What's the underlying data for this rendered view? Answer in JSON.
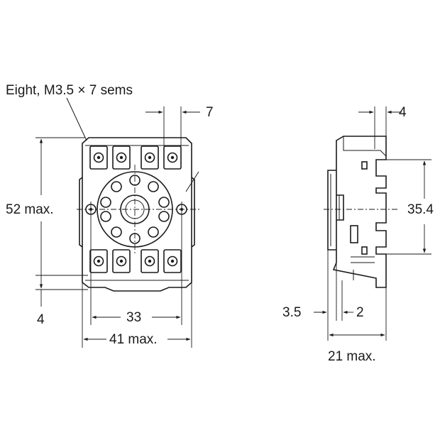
{
  "labels": {
    "screws": "Eight, M3.5 × 7 sems",
    "dim_7": "7",
    "dim_52": "52 max.",
    "dim_4_left": "4",
    "dim_33": "33",
    "dim_41": "41 max.",
    "dim_4_top": "4",
    "dim_354": "35.4",
    "dim_35": "3.5",
    "dim_2": "2",
    "dim_21": "21 max."
  },
  "colors": {
    "ink": "#1a1a1a",
    "background": "#ffffff"
  }
}
